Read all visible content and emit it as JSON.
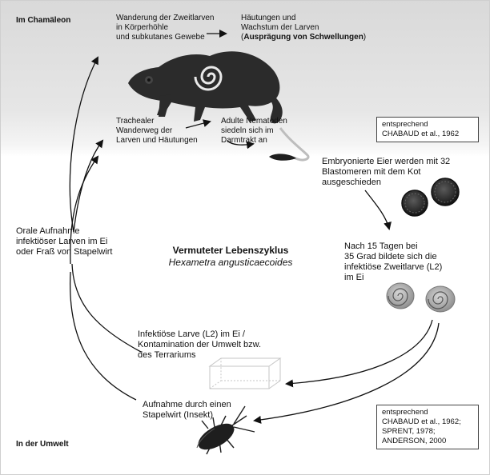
{
  "zones": {
    "chameleon": "Im Chamäleon",
    "environment": "In der Umwelt"
  },
  "title": {
    "main": "Vermuteter Lebenszyklus",
    "species": "Hexametra angusticaecoides"
  },
  "steps": {
    "migration": [
      "Wanderung der Zweitlarven",
      "in Körperhöhle",
      "und subkutanes Gewebe"
    ],
    "molting_prefix": [
      "Häutungen und",
      "Wachstum der Larven"
    ],
    "molting_bold": "Ausprägung von Schwellungen",
    "tracheal": [
      "Trachealer",
      "Wanderweg der",
      "Larven und Häutungen"
    ],
    "adult": [
      "Adulte Nematoden",
      "siedeln sich im",
      "Darmtrakt an"
    ],
    "eggs_shed": [
      "Embryonierte Eier werden mit 32",
      "Blastomeren mit dem Kot",
      "ausgeschieden"
    ],
    "development": [
      "Nach 15 Tagen bei",
      "35 Grad bildete sich die",
      "infektiöse Zweitlarve (L2)",
      "im Ei"
    ],
    "oral": [
      "Orale Aufnahme",
      "infektiöser Larven im Ei",
      "oder Fraß von Stapelwirt"
    ],
    "infective": [
      "Infektiöse Larve (L2) im Ei /",
      "Kontamination der Umwelt bzw.",
      "des Terrariums"
    ],
    "paratenic": [
      "Aufnahme durch einen",
      "Stapelwirt (Insekt)"
    ]
  },
  "references": {
    "top": [
      "entsprechend",
      "CHABAUD et al., 1962"
    ],
    "bottom": [
      "entsprechend",
      "CHABAUD et al., 1962;",
      "SPRENT, 1978;",
      "ANDERSON, 2000"
    ]
  },
  "icons": [
    "chameleon-silhouette",
    "embryonated-egg",
    "larva-egg",
    "terrarium-box",
    "beetle-insect",
    "cycle-arrow"
  ],
  "colors": {
    "band": "#dcdcdc",
    "silhouette": "#2b2b2b",
    "arrow": "#111111",
    "egg_dark": "#2a2a2a",
    "egg_larva": "#b5b5b5"
  }
}
